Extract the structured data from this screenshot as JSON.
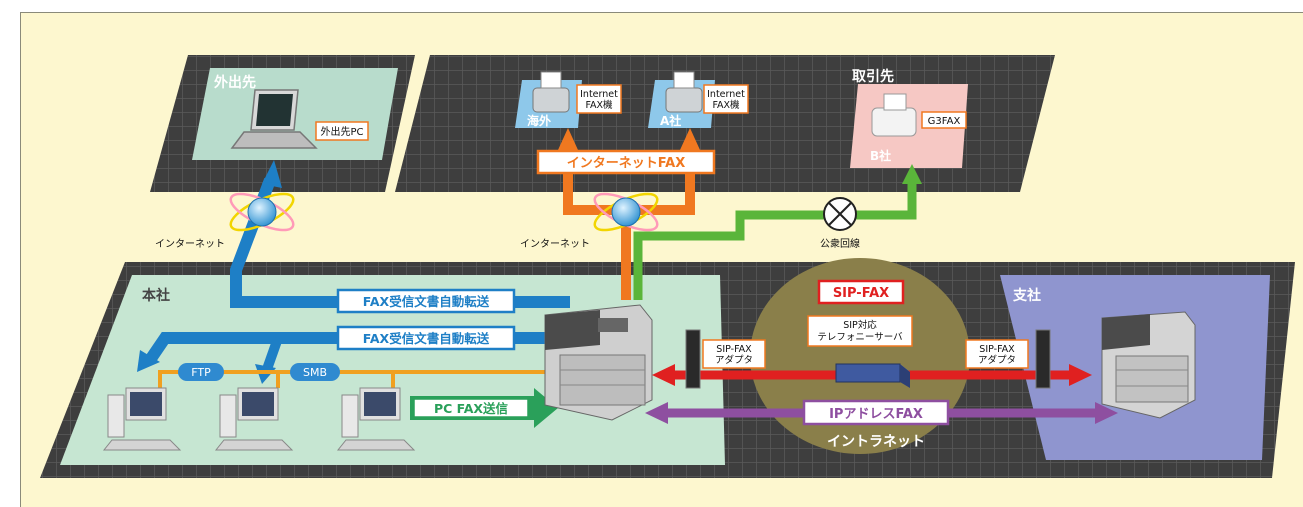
{
  "regions": {
    "outside": "外出先",
    "partner": "取引先",
    "headquarters": "本社",
    "branch": "支社"
  },
  "devices": {
    "laptop_label": "外出先PC",
    "internet_fax_label_1": "Internet\nFAX機",
    "internet_fax_label_2": "Internet\nFAX機",
    "overseas": "海外",
    "company_a": "A社",
    "g3fax_label": "G3FAX",
    "company_b": "B社",
    "sip_server": "SIP対応\nテレフォニーサーバ",
    "sip_adapter_left": "SIP-FAX\nアダプタ",
    "sip_adapter_right": "SIP-FAX\nアダプタ"
  },
  "networks": {
    "internet_left": "インターネット",
    "internet_center": "インターネット",
    "public_line": "公衆回線",
    "intranet": "イントラネット"
  },
  "flows": {
    "internet_fax": "インターネットFAX",
    "auto_forward_1": "FAX受信文書自動転送",
    "auto_forward_2": "FAX受信文書自動転送",
    "pc_fax": "PC FAX送信",
    "sip_fax": "SIP-FAX",
    "ip_address_fax": "IPアドレスFAX",
    "ftp": "FTP",
    "smb": "SMB"
  },
  "colors": {
    "blue": "#1e7fc6",
    "orange": "#f07820",
    "green": "#5ab53a",
    "red": "#e02020",
    "purple": "#8e4fa0",
    "dark_panel": "#3a3a3a",
    "hq_area": "#c6e6d2",
    "branch_area": "#8f95cf",
    "partner_area": "#f6c8c4",
    "intranet_area": "#8a7f4a",
    "background": "#fdf7cf"
  }
}
